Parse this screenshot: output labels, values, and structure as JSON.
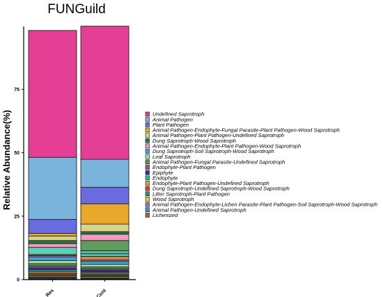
{
  "chart_data": {
    "type": "bar",
    "stacked": true,
    "title": "FUNGuild",
    "xlabel": "",
    "ylabel": "Relative Abundance(%)",
    "ylim": [
      0,
      96.5
    ],
    "yticks": [
      0,
      25,
      50,
      75
    ],
    "categories": [
      "Res",
      "Cont"
    ],
    "legend_position": "right",
    "series": [
      {
        "name": "Lichenized",
        "color": "#b4642a",
        "values": [
          0.3,
          0.2
        ]
      },
      {
        "name": "Animal Pathogen-Undefined Saprotroph",
        "color": "#4b8ccf",
        "values": [
          0.3,
          0.3
        ]
      },
      {
        "name": "Animal Pathogen-Endophyte-Lichen Parasite-Plant Pathogen-Soil Saprotroph-Wood Saprotroph",
        "color": "#8a7ac8",
        "values": [
          0.4,
          0.3
        ]
      },
      {
        "name": "Wood Saprotroph",
        "color": "#e5d224",
        "values": [
          0.4,
          0.4
        ]
      },
      {
        "name": "Litter Saprotroph-Plant Pathogen",
        "color": "#2a9080",
        "values": [
          0.5,
          0.4
        ]
      },
      {
        "name": "Dung Saprotroph-Undefined Saprotroph-Wood Saprotroph",
        "color": "#d8402a",
        "values": [
          0.6,
          0.4
        ]
      },
      {
        "name": "Endophyte-Plant Pathogen-Undefined Saprotroph",
        "color": "#ea9a2a",
        "values": [
          0.6,
          0.5
        ]
      },
      {
        "name": "Endophyte",
        "color": "#30b4b0",
        "values": [
          0.7,
          0.5
        ]
      },
      {
        "name": "Epiphyte",
        "color": "#2a3aa8",
        "values": [
          0.7,
          0.6
        ]
      },
      {
        "name": "Endophyte-Plant Pathogen",
        "color": "#9d4ea0",
        "values": [
          0.8,
          0.6
        ]
      },
      {
        "name": "Animal Pathogen-Fungal Parasite-Undefined Saprotroph",
        "color": "#4a9e4a",
        "values": [
          1.0,
          0.8
        ]
      },
      {
        "name": "Leaf Saprotroph",
        "color": "#a6dba0",
        "values": [
          1.2,
          1.0
        ]
      },
      {
        "name": "Dung Saprotroph-Soil Saprotroph-Wood Saprotroph",
        "color": "#3aa4e0",
        "values": [
          1.5,
          1.2
        ]
      },
      {
        "name": "Animal Pathogen-Endophyte-Plant Pathogen-Wood Saprotroph",
        "color": "#f29ac0",
        "values": [
          1.5,
          2.5
        ]
      },
      {
        "name": "Dung Saprotroph-Wood Saprotroph",
        "color": "#2a7a4a",
        "values": [
          1.2,
          1.0
        ]
      },
      {
        "name": "Animal Pathogen-Plant Pathogen-Undefined Saprotroph",
        "color": "#d4d48a",
        "values": [
          1.8,
          3.0
        ]
      },
      {
        "name": "Animal Pathogen-Endophyte-Fungal Parasite-Plant Pathogen-Wood Saprotroph",
        "color": "#e8a92a",
        "values": [
          1.0,
          8.0
        ]
      },
      {
        "name": "Plant Pathogen",
        "color": "#6b6be0",
        "values": [
          5.5,
          6.5
        ]
      },
      {
        "name": "Animal Pathogen",
        "color": "#7ab4dc",
        "values": [
          24.5,
          11.0
        ]
      },
      {
        "name": "Undefined Saprotroph",
        "color": "#e43f94",
        "values": [
          50.0,
          52.5
        ]
      }
    ],
    "extra_segments_below_legend": [
      {
        "color": "#e87aa8",
        "values": [
          0.5,
          0.5
        ]
      },
      {
        "color": "#c48a4a",
        "values": [
          0.4,
          1.5
        ]
      },
      {
        "color": "#5fcfb8",
        "values": [
          2.8,
          1.0
        ]
      },
      {
        "color": "#52c0a0",
        "values": [
          0.0,
          1.2
        ]
      },
      {
        "color": "#5f9e5f",
        "values": [
          0.0,
          4.0
        ]
      }
    ]
  }
}
